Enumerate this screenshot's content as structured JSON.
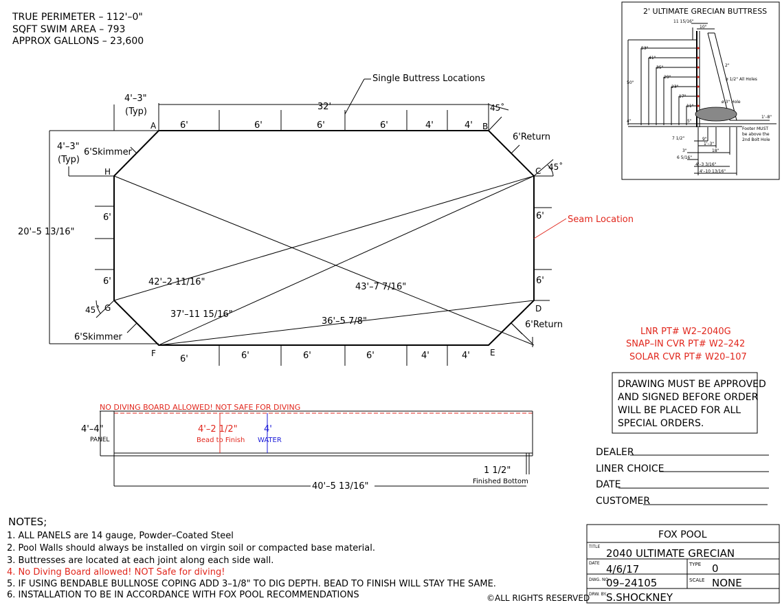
{
  "header": {
    "perimeter": "TRUE PERIMETER – 112'–0\"",
    "swim_area": "SQFT SWIM AREA – 793",
    "gallons": "APPROX GALLONS – 23,600"
  },
  "plan": {
    "single_buttress": "Single Buttress Locations",
    "top_dim": "32'",
    "top_corner_dim": "4'–3\"",
    "typ": "(Typ)",
    "left_corner_dim": "4'–3\"",
    "left_typ": "(Typ)",
    "width_dim": "20'–5 13/16\"",
    "angle": "45˚",
    "skimmer": "6'Skimmer",
    "return": "6'Return",
    "seam": "Seam Location",
    "corners": [
      "A",
      "B",
      "C",
      "D",
      "E",
      "F",
      "G",
      "H"
    ],
    "top_segments": [
      "6'",
      "6'",
      "6'",
      "6'",
      "4'",
      "4'"
    ],
    "bottom_segments": [
      "6'",
      "6'",
      "6'",
      "6'",
      "4'",
      "4'"
    ],
    "side_segment": "6'",
    "diag_hc": "42'–2 11/16\"",
    "diag_fc": "37'–11 15/16\"",
    "diag_hd": "43'–7 7/16\"",
    "diag_fd": "36'–5 7/8\""
  },
  "part_numbers": {
    "liner": "LNR PT# W2–2040G",
    "snap_in": "SNAP–IN CVR PT# W2–242",
    "solar": "SOLAR CVR PT# W20–107"
  },
  "approval_note": [
    "DRAWING MUST BE APPROVED",
    "AND SIGNED BEFORE ORDER",
    "WILL BE PLACED FOR ALL",
    "SPECIAL ORDERS."
  ],
  "sign_fields": [
    "DEALER",
    "LINER CHOICE",
    "DATE",
    "CUSTOMER"
  ],
  "elevation": {
    "no_diving": "NO DIVING BOARD ALLOWED! NOT SAFE FOR DIVING",
    "panel_dim": "4'–4\"",
    "panel_label": "PANEL",
    "bead_dim": "4'–2 1/2\"",
    "bead_label": "Bead to Finish",
    "water_dim": "4'",
    "water_label": "WATER",
    "length_dim": "40'–5 13/16\"",
    "bottom_dim": "1 1/2\"",
    "bottom_label": "Finished Bottom"
  },
  "buttress_detail": {
    "title": "2' ULTIMATE GRECIAN BUTTRESS",
    "labels": [
      "11 15/16\"",
      "10\"",
      "53\"",
      "50\"",
      "41\"",
      "35\"",
      "29\"",
      "23\"",
      "17\"",
      "11\"",
      "4\"",
      "5\"",
      "7 1/2\"",
      "2\"",
      "ø 1/2\" All Holes",
      "ø 3\" Hole",
      "1'–8\"",
      "9\"",
      "1'–3\"",
      "3\"",
      "18\"",
      "6 5/16\"",
      "4'–3 3/16\"",
      "4'–10 13/16\""
    ],
    "footer_note": [
      "Footer MUST",
      "be above the",
      "2nd Bolt Hole"
    ]
  },
  "notes": {
    "heading": "NOTES;",
    "items": [
      "1. ALL PANELS are 14 gauge, Powder–Coated Steel",
      "2. Pool Walls should always be installed on virgin soil or compacted base material.",
      "3. Buttresses are located at each joint along each side wall.",
      "4. No Diving Board allowed!  NOT Safe for diving!",
      "5. IF USING BENDABLE BULLNOSE COPING ADD 3–1/8\" TO DIG DEPTH. BEAD TO FINISH WILL STAY THE SAME.",
      "6. INSTALLATION TO BE IN ACCORDANCE WITH FOX POOL RECOMMENDATIONS"
    ],
    "copyright": "©ALL RIGHTS RESERVED"
  },
  "title_block": {
    "company": "FOX POOL",
    "title_label": "TITLE",
    "title": "2040 ULTIMATE GRECIAN",
    "date_label": "DATE",
    "date": "4/6/17",
    "type_label": "TYPE",
    "type": "0",
    "dwg_label": "DWG. NO.",
    "dwg_no": "09–24105",
    "scale_label": "SCALE",
    "scale": "NONE",
    "drw_label": "DRW. BY.",
    "drawn_by": "S.SHOCKNEY"
  },
  "colors": {
    "red": "#e1261c",
    "blue": "#1a1ad8",
    "ink": "#000000"
  }
}
